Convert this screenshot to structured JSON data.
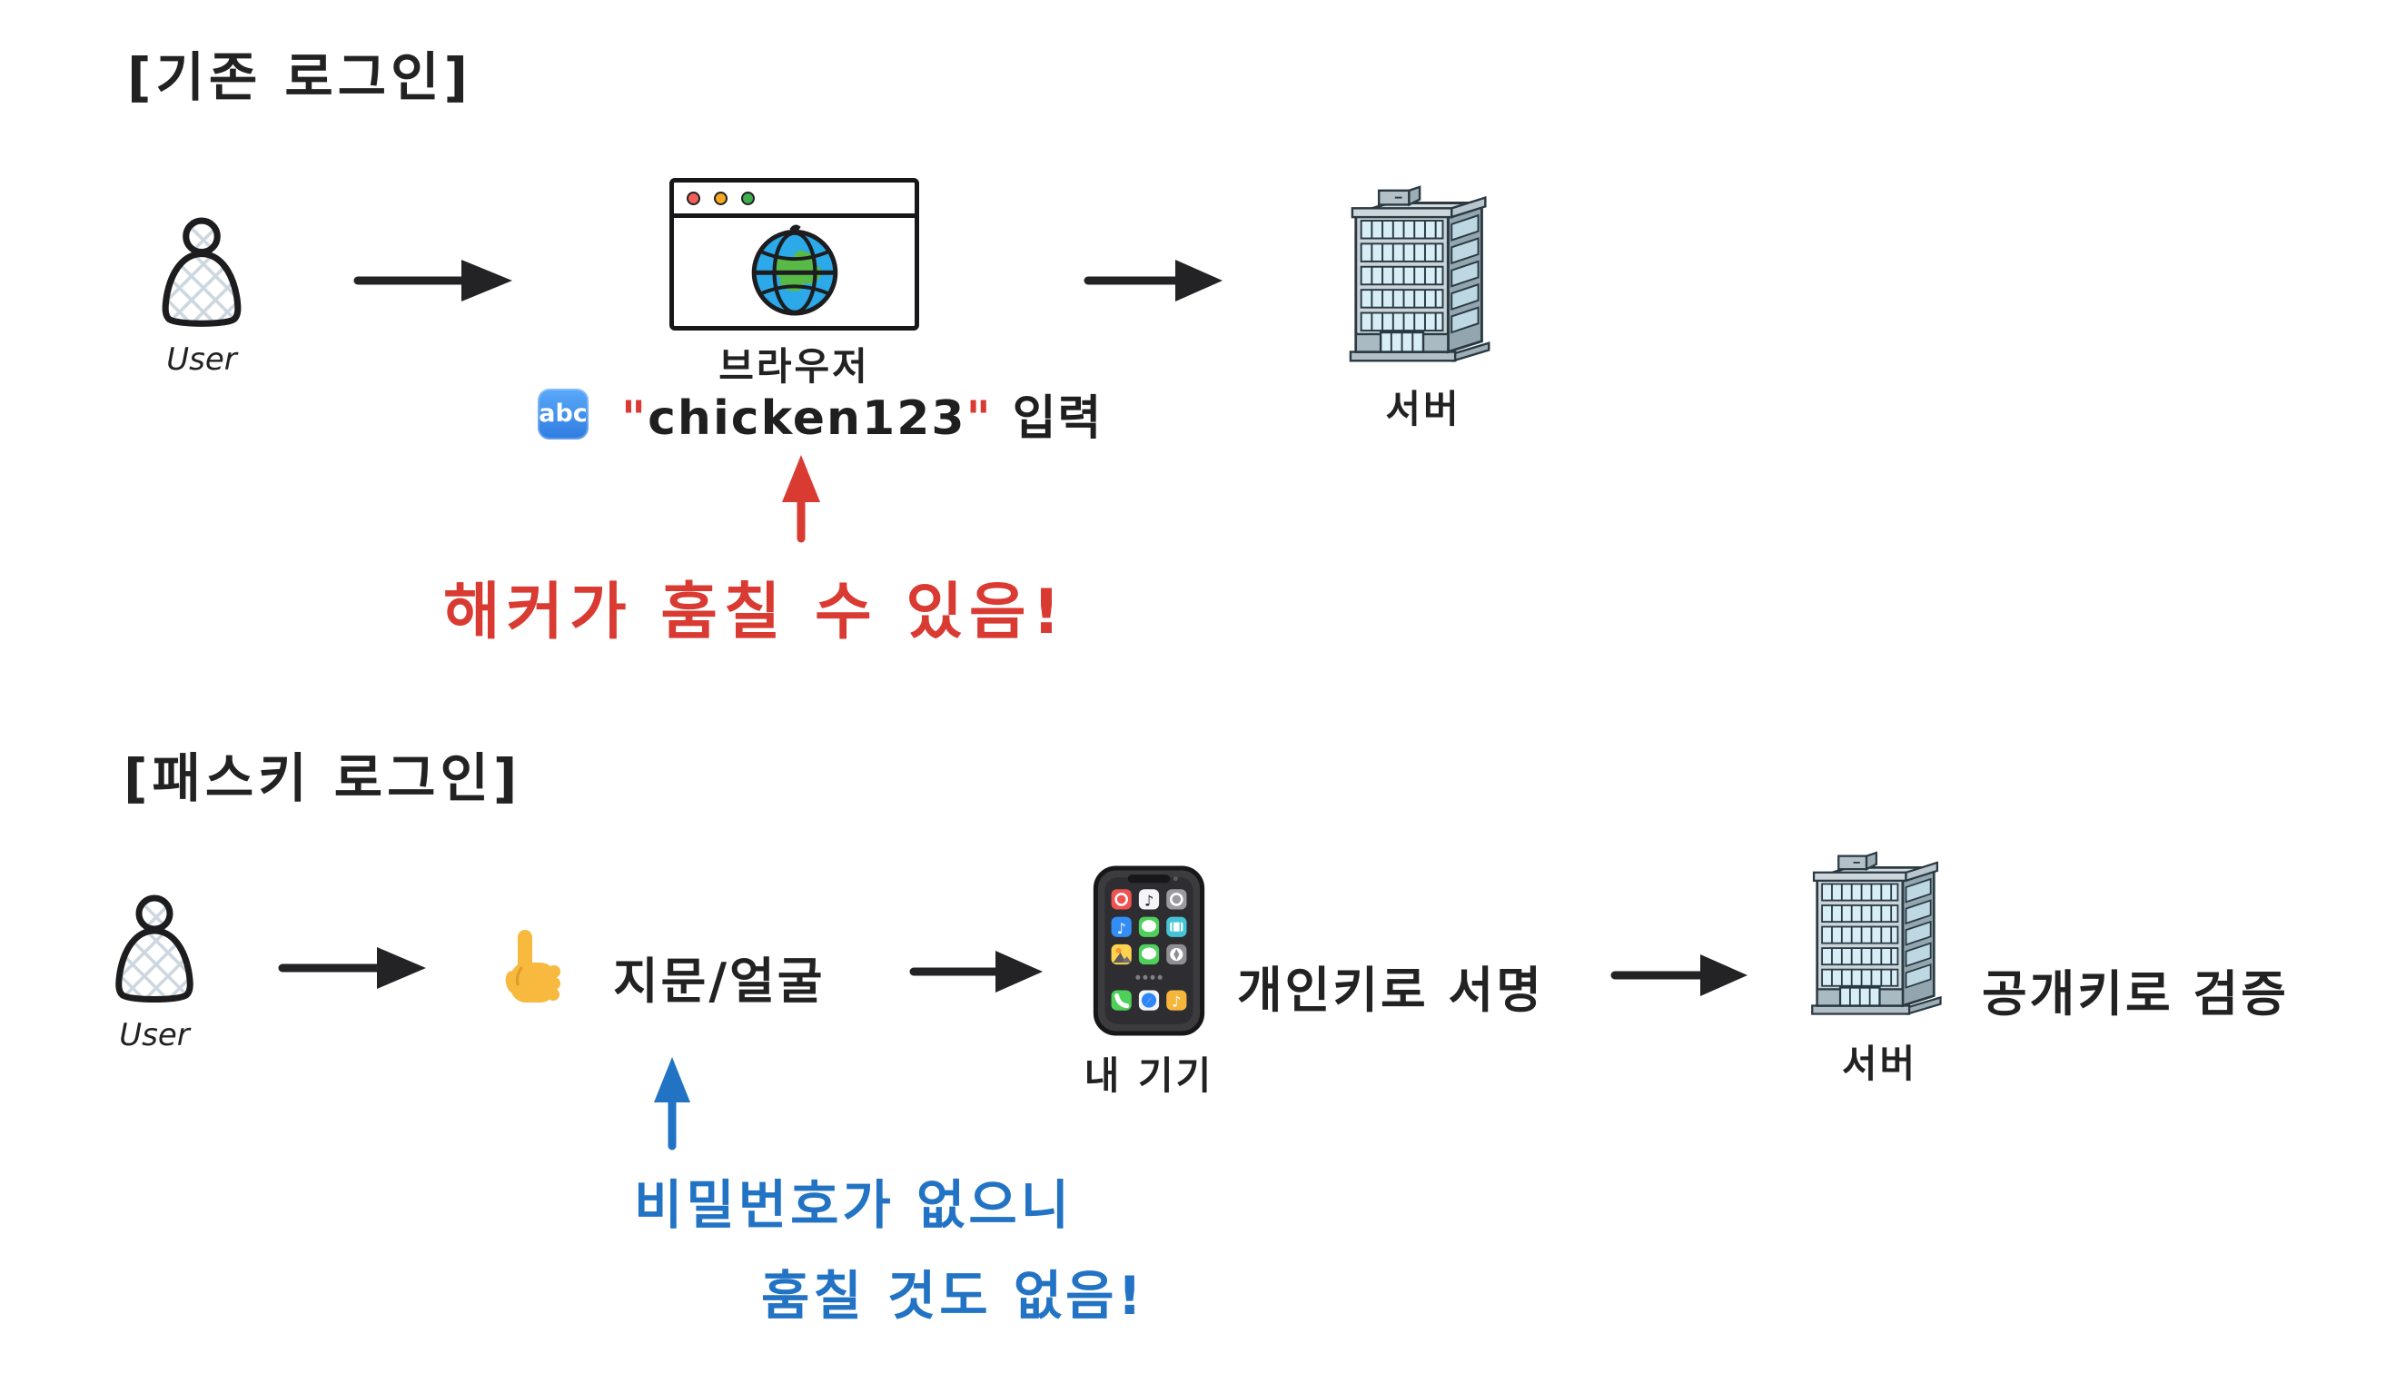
{
  "colors": {
    "background": "#ffffff",
    "ink": "#1f1f1f",
    "warning_red": "#d93a32",
    "note_blue": "#2273c4",
    "crosshatch": "#ccd7e0",
    "traffic_red": "#f3605a",
    "traffic_yellow": "#f5a821",
    "traffic_green": "#3faf4e",
    "globe_ocean": "#2ba9e8",
    "globe_land": "#58b947",
    "abc_badge_blue": "#3b8cf0",
    "hand_yellow": "#f7b93e"
  },
  "icons": {
    "user": "person-crosshatch-icon",
    "browser": "browser-window-globe-icon",
    "server": "office-building-icon",
    "device": "smartphone-icon",
    "biometric": "pointing-finger-icon",
    "text_input": "abc-input-icon",
    "flow": "black-right-arrow",
    "warning_pointer": "red-up-arrow",
    "note_pointer": "blue-up-arrow"
  },
  "traditional": {
    "title": "[기존 로그인]",
    "user_label": "User",
    "browser_label": "브라우저",
    "abc_icon_text": "abc",
    "quote_open": "\"",
    "password": "chicken123",
    "quote_close": "\"",
    "input_suffix": "입력",
    "warning": "해커가 훔칠 수 있음!",
    "server_label": "서버"
  },
  "passkey": {
    "title": "[패스키 로그인]",
    "user_label": "User",
    "biometric_label": "지문/얼굴",
    "device_label": "내 기기",
    "sign_label": "개인키로 서명",
    "server_label": "서버",
    "verify_label": "공개키로 검증",
    "note_line1": "비밀번호가 없으니",
    "note_line2": "훔칠 것도 없음!"
  }
}
